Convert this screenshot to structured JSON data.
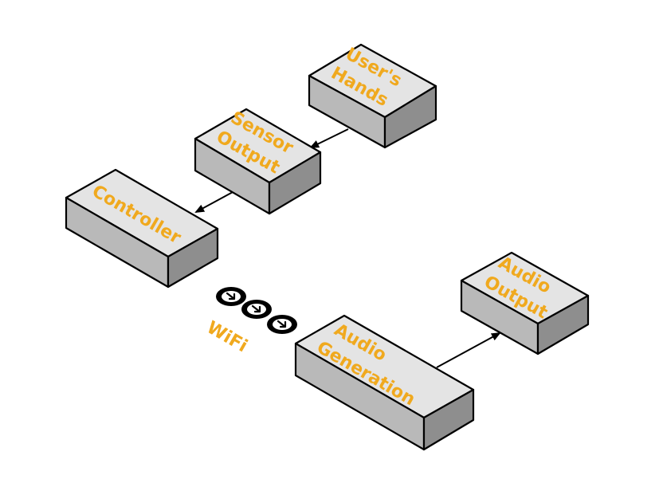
{
  "diagram": {
    "nodes": {
      "users_hands": {
        "line1": "User's",
        "line2": "Hands"
      },
      "sensor_output": {
        "line1": "Sensor",
        "line2": "Output"
      },
      "controller": {
        "line1": "Controller"
      },
      "audio_generation": {
        "line1": "Audio",
        "line2": "Generation"
      },
      "audio_output": {
        "line1": "Audio",
        "line2": "Output"
      }
    },
    "wifi_label": "WiFi",
    "colors": {
      "label": "#f0a91e",
      "box_top": "#e4e4e4",
      "box_front": "#b9b9b9",
      "box_side": "#8e8e8e",
      "stroke": "#000000"
    }
  }
}
